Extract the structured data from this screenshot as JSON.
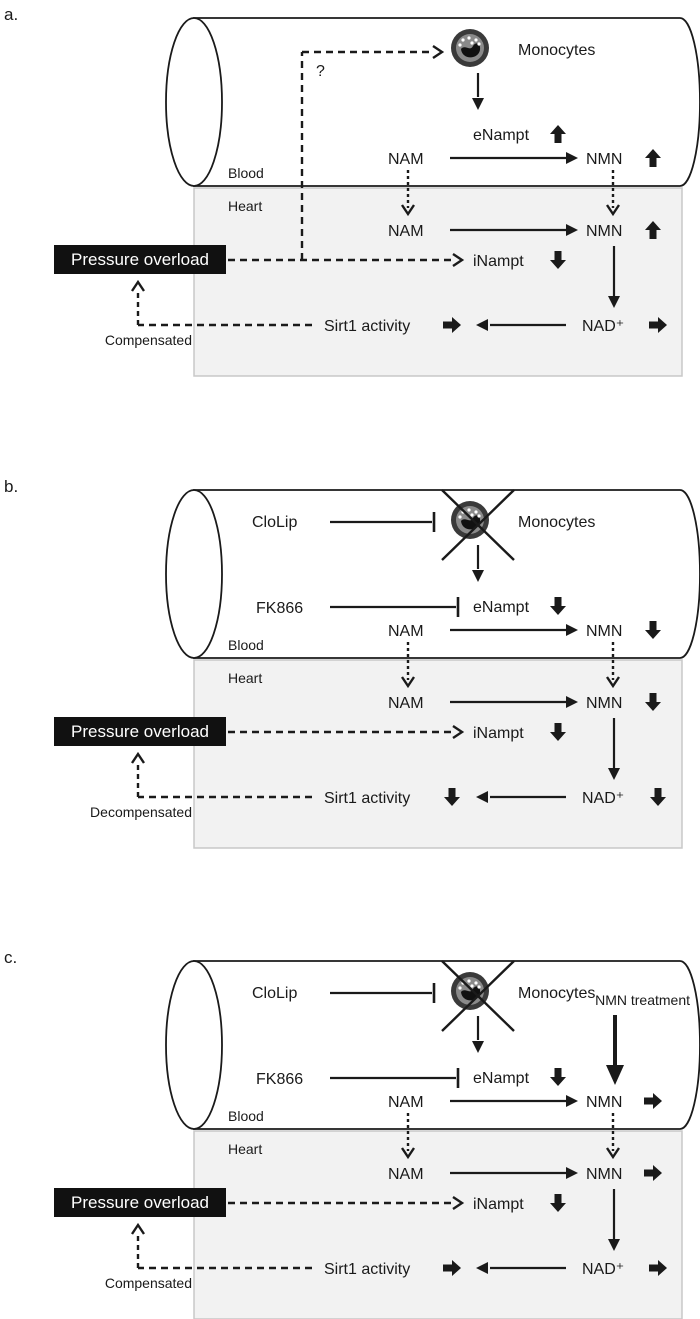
{
  "panels": [
    {
      "letter": "a.",
      "question_mark": "?",
      "cloLip": null,
      "fk866": null,
      "nmn_treatment": null,
      "outcome": "Compensated",
      "arrows": {
        "eNampt": "up",
        "nmn_blood": "up",
        "nmn_heart": "up",
        "iNampt": "down",
        "nad": "right",
        "sirt1": "right"
      }
    },
    {
      "letter": "b.",
      "question_mark": null,
      "cloLip": "CloLip",
      "fk866": "FK866",
      "nmn_treatment": null,
      "outcome": "Decompensated",
      "arrows": {
        "eNampt": "down",
        "nmn_blood": "down",
        "nmn_heart": "down",
        "iNampt": "down",
        "nad": "down",
        "sirt1": "down"
      }
    },
    {
      "letter": "c.",
      "question_mark": null,
      "cloLip": "CloLip",
      "fk866": "FK866",
      "nmn_treatment": "NMN treatment",
      "outcome": "Compensated",
      "arrows": {
        "eNampt": "down",
        "nmn_blood": "right",
        "nmn_heart": "right",
        "iNampt": "down",
        "nad": "right",
        "sirt1": "right"
      }
    }
  ],
  "labels": {
    "monocytes": "Monocytes",
    "eNampt": "eNampt",
    "nam": "NAM",
    "nmn": "NMN",
    "blood": "Blood",
    "heart": "Heart",
    "iNampt": "iNampt",
    "nad": "NAD⁺",
    "sirt1": "Sirt1 activity",
    "pressure_overload": "Pressure overload"
  },
  "colors": {
    "heart_fill": "#f2f2f2",
    "heart_stroke": "#c8c8c8",
    "line": "#1a1a1a",
    "po_box": "#111111",
    "monocyte_outer": "#3a3a3a",
    "monocyte_inner": "#8a8a8a"
  }
}
